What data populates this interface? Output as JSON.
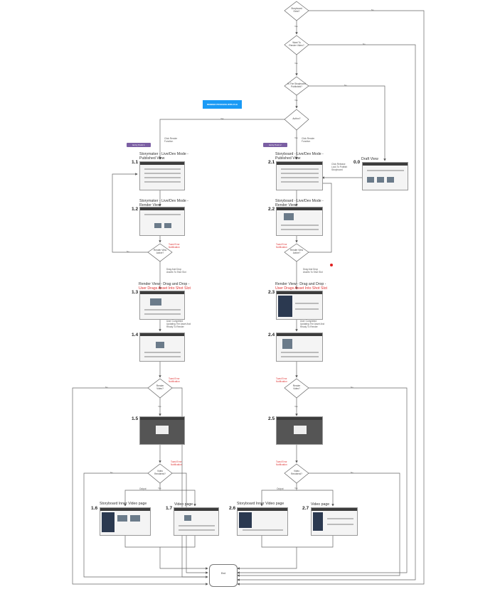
{
  "decisions": {
    "storyboard_exist": "Storyboard\nExist?",
    "want_render": "Want To\nRender Video?",
    "is_published": "Is The Storyboard\nPublished?",
    "author": "Author?",
    "render_active_1": "Render View\nActive?",
    "render_active_2": "Render View\nActive?",
    "render_video_1": "Render\nVideo?",
    "render_video_2": "Render\nVideo?",
    "video_rendered_1": "Video\nRendered?",
    "video_rendered_2": "Video\nRendered?"
  },
  "labels": {
    "yes": "Yes",
    "no": "No",
    "output": "Output",
    "end": "End",
    "click_render_1": "Click Render\nFunction",
    "click_render_2": "Click Render\nFunction",
    "click_release": "Click Release\nLock To Publish\nStoryboard",
    "drag_drop_1": "Drag And Drop\nAssets To Shot Slot",
    "drag_drop_2": "Drag And Drop\nAssets To Shot Slot",
    "user_completed_1": "User Completed\nUpdating The Asset And\nReady To Render",
    "user_completed_2": "User Completed\nUpdating The Asset And\nReady To Render",
    "toast_1": "Toast Error\nNotification",
    "toast_2": "Toast Error\nNotification",
    "toast_3": "Toast Error\nNotification",
    "toast_4": "Toast Error\nNotification",
    "toast_5": "Toast Error\nNotification",
    "toast_6": "Toast Error\nNotification"
  },
  "banner": "RENDER PROCESS WITH FLE",
  "entry": {
    "one": "Entry Point 1",
    "two": "Entry Point 2"
  },
  "screens": {
    "s11": {
      "num": "1.1",
      "title": "Storymaker - Live/Dev Mode -\nPublished View"
    },
    "s12": {
      "num": "1.2",
      "title": "Storymaker - Live/Dev Mode -\nRender View"
    },
    "s13": {
      "num": "1.3",
      "title": "Render View - Drag and Drop -",
      "sub": "User Drags Asset Into Shot Slot"
    },
    "s14": {
      "num": "1.4",
      "title": ""
    },
    "s15": {
      "num": "1.5",
      "title": ""
    },
    "s16": {
      "num": "1.6",
      "title": "Storyboard Inner Video page"
    },
    "s17": {
      "num": "1.7",
      "title": "Video page"
    },
    "s21": {
      "num": "2.1",
      "title": "Storyboard - Live/Dev Mode -\nPublished View"
    },
    "s22": {
      "num": "2.2",
      "title": "Storyboard - Live/Dev Mode -\nRender View"
    },
    "s23": {
      "num": "2.3",
      "title": "Render View - Drag and Drop -",
      "sub": "User Drags Asset Into Shot Slot"
    },
    "s24": {
      "num": "2.4",
      "title": ""
    },
    "s25": {
      "num": "2.5",
      "title": ""
    },
    "s26": {
      "num": "2.6",
      "title": "Storyboard Inner Video page"
    },
    "s27": {
      "num": "2.7",
      "title": "Video page"
    },
    "s00": {
      "num": "0.0",
      "title": "Draft View"
    }
  }
}
